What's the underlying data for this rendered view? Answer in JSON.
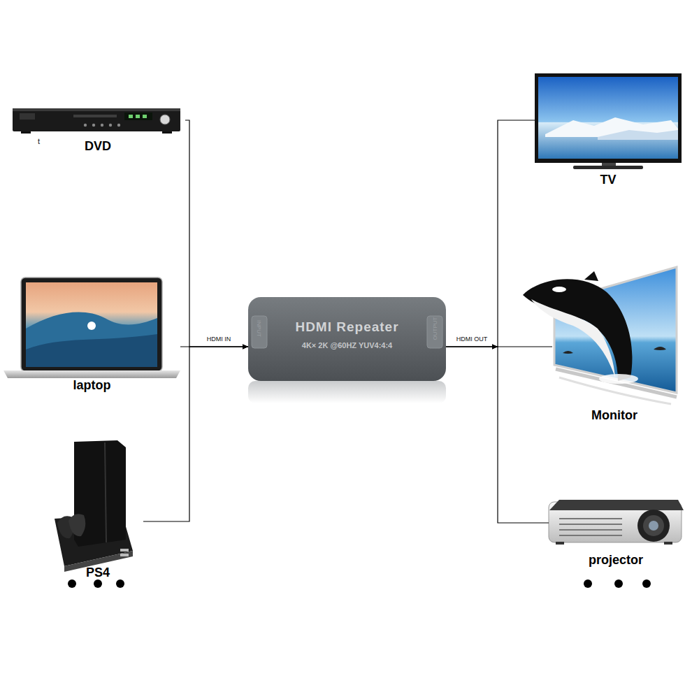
{
  "diagram": {
    "nodes": [
      {
        "text": [
          "DVD"
        ]
      },
      {
        "text": [
          "TV"
        ]
      },
      {
        "text": [
          "laptop"
        ]
      },
      {
        "text": [
          "INPUT",
          "HDMI Repeater",
          "4K× 2K @60HZ YUV4:4:4",
          "OUTPUT"
        ]
      },
      {
        "text": [
          "Monitor"
        ]
      },
      {
        "text": [
          "PS4"
        ]
      },
      {
        "text": [
          "projector"
        ]
      }
    ],
    "edges": [
      {
        "from": 0,
        "to": 3,
        "arrow": "to"
      },
      {
        "from": 2,
        "to": 3,
        "label": "HDMI IN",
        "arrow": "to"
      },
      {
        "from": 5,
        "to": 3,
        "arrow": "to"
      },
      {
        "from": 3,
        "to": 1,
        "arrow": "to"
      },
      {
        "from": 3,
        "to": 4,
        "label": "HDMI OUT",
        "arrow": "to"
      },
      {
        "from": 3,
        "to": 6,
        "arrow": "to"
      }
    ],
    "labels": [
      "t"
    ]
  }
}
